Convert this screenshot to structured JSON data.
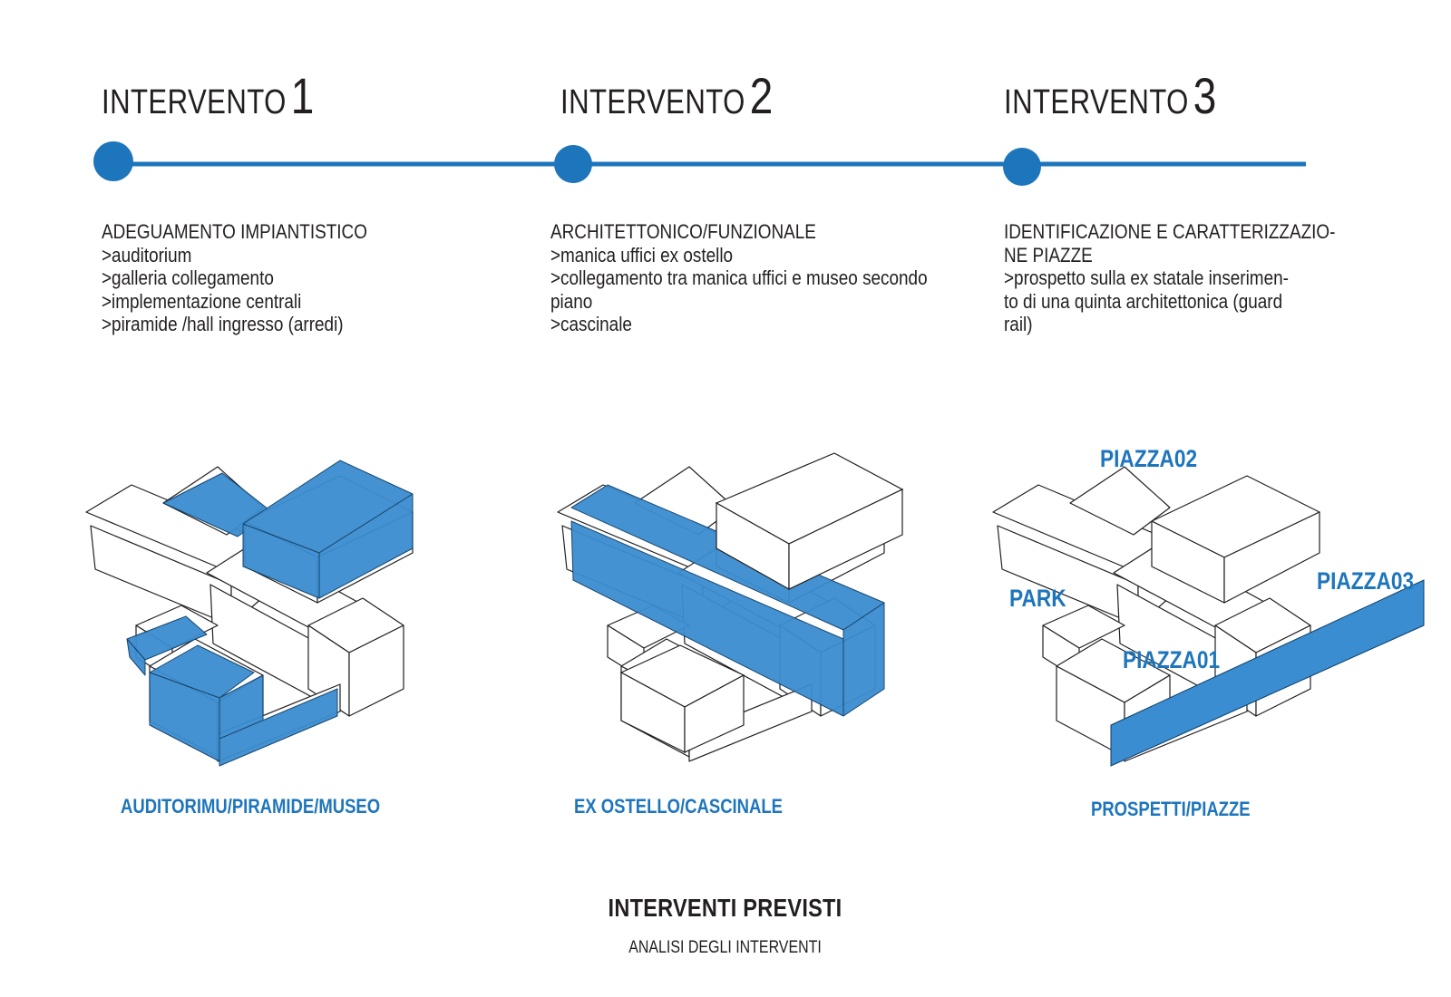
{
  "phases": [
    {
      "word": "INTERVENTO",
      "number": "1",
      "lines": [
        "ADEGUAMENTO IMPIANTISTICO",
        ">auditorium",
        ">galleria collegamento",
        ">implementazione centrali",
        ">piramide /hall ingresso (arredi)"
      ],
      "caption": "AUDITORIMU/PIRAMIDE/MUSEO"
    },
    {
      "word": "INTERVENTO",
      "number": "2",
      "lines": [
        "ARCHITETTONICO/FUNZIONALE",
        ">manica uffici ex ostello",
        ">collegamento tra manica uffici e museo secondo",
        "piano",
        ">cascinale"
      ],
      "caption": "EX OSTELLO/CASCINALE"
    },
    {
      "word": "INTERVENTO",
      "number": "3",
      "lines": [
        "IDENTIFICAZIONE  E CARATTERIZZAZIO-",
        "NE PIAZZE",
        ">prospetto sulla ex statale inserimen-",
        "to di una quinta architettonica (guard",
        "rail)"
      ],
      "caption": "PROSPETTI/PIAZZE"
    }
  ],
  "zones": {
    "piazza02": "PIAZZA02",
    "piazza03": "PIAZZA03",
    "park": "PARK",
    "piazza01": "PIAZZA01"
  },
  "footer": {
    "title": "INTERVENTI PREVISTI",
    "subtitle": "ANALISI DEGLI INTERVENTI"
  },
  "colors": {
    "accent": "#1d75bc",
    "ink": "#231f20"
  }
}
